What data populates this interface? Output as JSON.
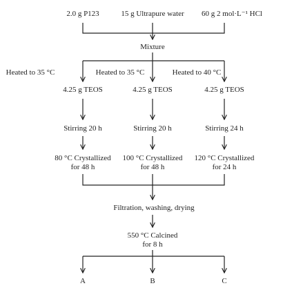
{
  "inputs": [
    "2.0 g P123",
    "15 g Ultrapure water",
    "60 g 2 mol·L⁻¹ HCl"
  ],
  "mixture": "Mixture",
  "heating": [
    "Heated to 35 °C",
    "Heated to 35 °C",
    "Heated to 40 °C"
  ],
  "teos": [
    "4.25 g TEOS",
    "4.25 g TEOS",
    "4.25 g TEOS"
  ],
  "stirring": [
    "Stirring 20 h",
    "Stirring 20 h",
    "Stirring 24 h"
  ],
  "crystallized": [
    {
      "line1": "80 °C Crystallized",
      "line2": "for 48 h"
    },
    {
      "line1": "100 °C Crystallized",
      "line2": "for 48 h"
    },
    {
      "line1": "120 °C Crystallized",
      "line2": "for 24 h"
    }
  ],
  "filtration": "Filtration, washing, drying",
  "calcined": {
    "line1": "550 °C Calcined",
    "line2": "for 8 h"
  },
  "products": [
    "A",
    "B",
    "C"
  ],
  "colors": {
    "line": "#222222",
    "text": "#222222",
    "background": "#ffffff"
  }
}
